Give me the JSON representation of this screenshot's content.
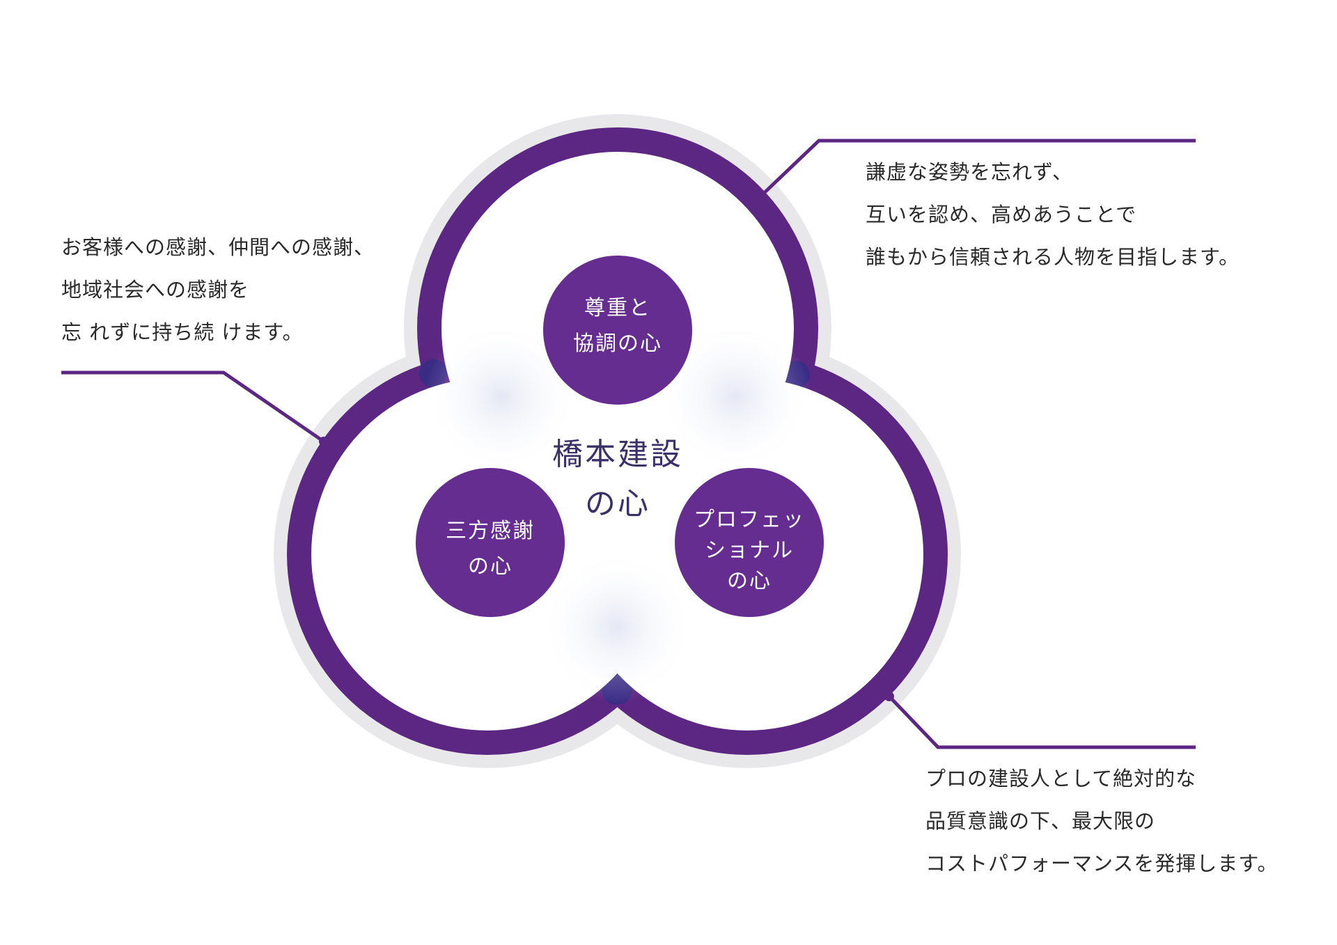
{
  "center_title": [
    "橋本建設",
    "の心"
  ],
  "circles": [
    {
      "label_lines": [
        "尊重と",
        "協調の心"
      ]
    },
    {
      "label_lines": [
        "三方感謝",
        "の心"
      ]
    },
    {
      "label_lines": [
        "プロフェッ",
        "ショナル",
        "の心"
      ]
    }
  ],
  "descriptions": {
    "top_right": [
      "謙虚な姿勢を忘れず、",
      "互いを認め、高めあうことで",
      "誰もから信頼される人物を目指します。"
    ],
    "left": [
      "お客様への感謝、仲間への感謝、",
      "地域社会への感謝を",
      "忘 れずに持ち続 けます。"
    ],
    "bottom_right": [
      "プロの建設人として絶対的な",
      "品質意識の下、最大限の",
      "コストパフォーマンスを発揮します。"
    ]
  },
  "colors": {
    "ring": "#5c2683",
    "badge": "#652d90",
    "center_text": "#3b3068",
    "halo": "#e8e8eb",
    "text": "#2a2a2a"
  }
}
